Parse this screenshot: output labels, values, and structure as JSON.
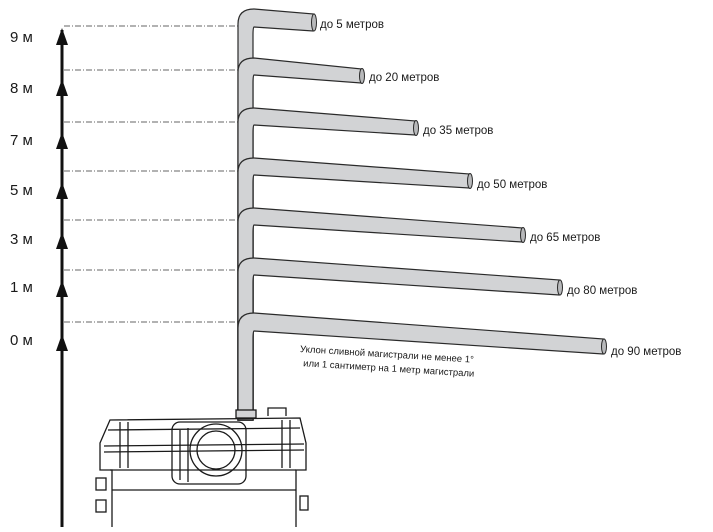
{
  "levels": [
    {
      "height": "9 м",
      "distance": "до 5 метров"
    },
    {
      "height": "8 м",
      "distance": "до 20 метров"
    },
    {
      "height": "7 м",
      "distance": "до 35 метров"
    },
    {
      "height": "5 м",
      "distance": "до 50 метров"
    },
    {
      "height": "3 м",
      "distance": "до 65 метров"
    },
    {
      "height": "1 м",
      "distance": "до 80 метров"
    },
    {
      "height": "0 м",
      "distance": "до 90 метров"
    }
  ],
  "note": {
    "line1": "Уклон сливной магистрали не менее 1°",
    "line2": "или 1 сантиметр на 1 метр магистрали"
  },
  "colors": {
    "pipe_fill": "#d2d3d5",
    "pipe_stroke": "#2a2a2a",
    "axis": "#111111"
  }
}
